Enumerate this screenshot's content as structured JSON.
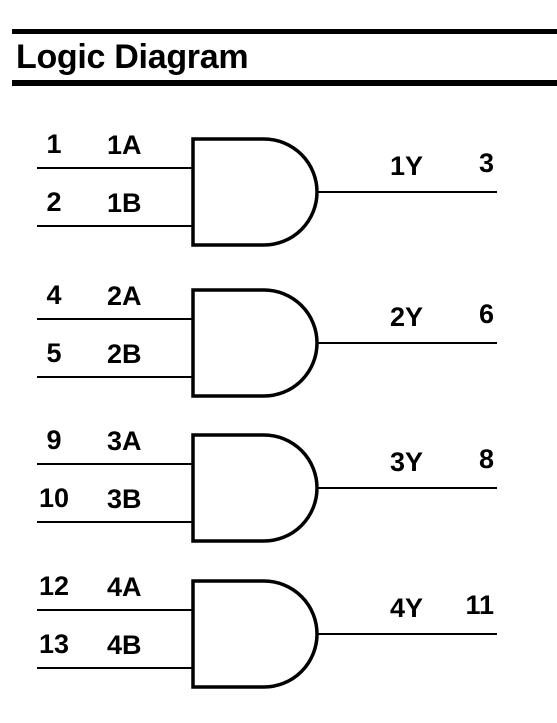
{
  "title": "Logic Diagram",
  "gates": [
    {
      "type": "AND",
      "inputs": [
        {
          "pin": "1",
          "name": "1A"
        },
        {
          "pin": "2",
          "name": "1B"
        }
      ],
      "output": {
        "name": "1Y",
        "pin": "3"
      }
    },
    {
      "type": "AND",
      "inputs": [
        {
          "pin": "4",
          "name": "2A"
        },
        {
          "pin": "5",
          "name": "2B"
        }
      ],
      "output": {
        "name": "2Y",
        "pin": "6"
      }
    },
    {
      "type": "AND",
      "inputs": [
        {
          "pin": "9",
          "name": "3A"
        },
        {
          "pin": "10",
          "name": "3B"
        }
      ],
      "output": {
        "name": "3Y",
        "pin": "8"
      }
    },
    {
      "type": "AND",
      "inputs": [
        {
          "pin": "12",
          "name": "4A"
        },
        {
          "pin": "13",
          "name": "4B"
        }
      ],
      "output": {
        "name": "4Y",
        "pin": "11"
      }
    }
  ]
}
